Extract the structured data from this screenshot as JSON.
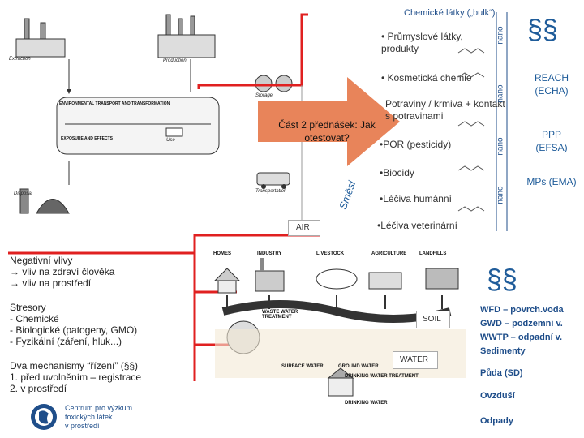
{
  "header": {
    "title": "Chemické látky („bulk“)",
    "section": "§§"
  },
  "center_arrow": {
    "label": "Část 2 přednášek: Jak otestovat?"
  },
  "categories": [
    "• Průmyslové látky, produkty",
    "• Kosmetická chemie",
    "Potraviny / krmiva + kontakt s potravinami",
    "•POR (pesticidy)",
    "•Biocidy",
    "•Léčiva humánní",
    "•Léčiva veterinární"
  ],
  "nano_label": "nano",
  "regulations": [
    "REACH (ECHA)",
    "PPP (EFSA)",
    "MPs (EMA)"
  ],
  "smesi": "Směsi",
  "left_image_labels": [
    "Extraction",
    "Production",
    "Storage",
    "ENVIRONMENTAL TRANSPORT AND TRANSFORMATION",
    "EXPOSURE AND EFFECTS",
    "Use",
    "Disposal",
    "Transportation"
  ],
  "air_label": "AIR",
  "soil_label": "SOIL",
  "water_label": "WATER",
  "env_image_labels": [
    "HOMES",
    "INDUSTRY",
    "LIVESTOCK",
    "AGRICULTURE",
    "LANDFILLS",
    "WASTE WATER TREATMENT",
    "SURFACE WATER",
    "GROUND WATER",
    "DRINKING WATER TREATMENT",
    "DRINKING WATER"
  ],
  "negative": {
    "title": "Negativní vlivy",
    "items": [
      "→ vliv na zdraví člověka",
      "→ vliv na prostředí"
    ]
  },
  "stressors": {
    "title": "Stresory",
    "items": [
      "- Chemické",
      "- Biologické (patogeny, GMO)",
      "- Fyzikální (záření, hluk...)"
    ]
  },
  "mechanisms": {
    "title": "Dva mechanismy “řízení” (§§)",
    "items": [
      "1. před uvolněním – registrace",
      "2. v prostředí"
    ]
  },
  "env_section": "§§",
  "env_regs": [
    "WFD – povrch.voda",
    "GWD – podzemní v.",
    "WWTP – odpadní v.",
    "Sedimenty",
    "Půda (SD)",
    "Ovzduší",
    "Odpady"
  ],
  "logo": {
    "lines": [
      "Centrum pro výzkum",
      "toxických látek",
      "v prostředí"
    ]
  },
  "colors": {
    "red": "#e02020",
    "blue": "#1f5c9a",
    "arrow": "#e8845a"
  }
}
